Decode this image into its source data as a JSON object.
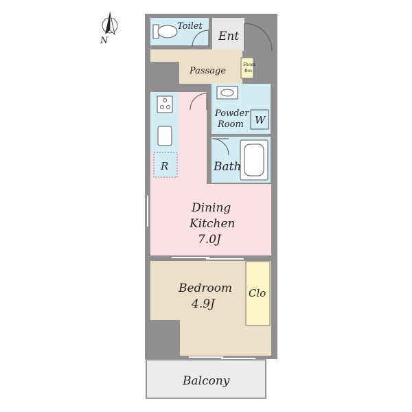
{
  "compass": {
    "north_label": "N"
  },
  "rooms": {
    "toilet": "Toilet",
    "entrance": "Ent",
    "passage": "Passage",
    "shoe_box": [
      "Shoes",
      "Box"
    ],
    "powder_room": [
      "Powder",
      "Room"
    ],
    "washer": "W",
    "bath": "Bath",
    "refrigerator": "R",
    "dining_kitchen": [
      "Dining",
      "Kitchen",
      "7.0J"
    ],
    "bedroom": [
      "Bedroom",
      "4.9J"
    ],
    "closet": "Clo",
    "balcony": "Balcony"
  },
  "colors": {
    "wall": "#8f8f8f",
    "wet_area": "#d4ecf4",
    "passage": "#ede0c8",
    "dining_kitchen": "#fbe1e6",
    "bedroom": "#ede0c8",
    "closet": "#fbf6c8",
    "balcony": "#ececec"
  }
}
